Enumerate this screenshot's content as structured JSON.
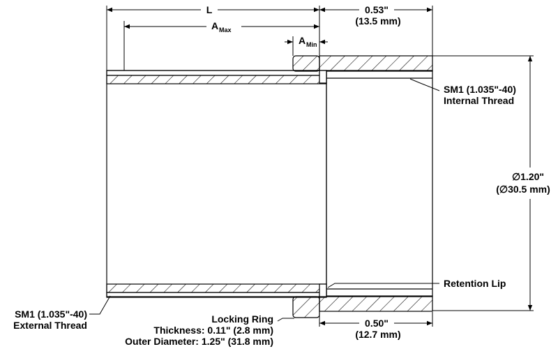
{
  "dimensions": {
    "length": "L",
    "a_max": "A",
    "a_max_sub": "Max",
    "a_min": "A",
    "a_min_sub": "Min",
    "top_width": "0.53\"",
    "top_width_mm": "(13.5 mm)",
    "bottom_width": "0.50\"",
    "bottom_width_mm": "(12.7 mm)",
    "diameter": "∅1.20\"",
    "diameter_mm": "(∅30.5 mm)"
  },
  "labels": {
    "internal_thread_line1": "SM1 (1.035\"-40)",
    "internal_thread_line2": "Internal Thread",
    "retention_lip": "Retention Lip",
    "external_thread_line1": "SM1 (1.035\"-40)",
    "external_thread_line2": "External Thread",
    "locking_ring_line1": "Locking Ring",
    "locking_ring_line2": "Thickness: 0.11\" (2.8 mm)",
    "locking_ring_line3": "Outer Diameter: 1.25\" (31.8 mm)"
  }
}
